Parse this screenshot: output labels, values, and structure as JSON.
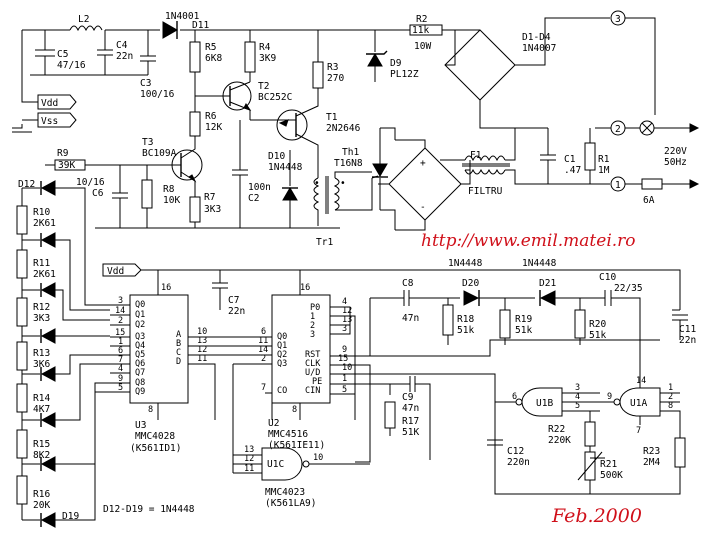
{
  "meta": {
    "url": "http://www.emil.matei.ro",
    "date": "Feb.2000"
  },
  "nets": {
    "vdd": "Vdd",
    "vss": "Vss"
  },
  "mains": {
    "voltage": "220V",
    "frequency": "50Hz"
  },
  "terminals": {
    "t1": "1",
    "t2": "2",
    "t3": "3"
  },
  "notes": {
    "diodes": "D12-D19 = 1N4448"
  },
  "components": {
    "L2": "L2",
    "D11": "D11",
    "D11_type": "1N4001",
    "R2": "R2",
    "R2_value": "11k",
    "R2_power": "10W",
    "C5": "C5",
    "C5_value": "47/16",
    "C4": "C4",
    "C4_value": "22n",
    "C3": "C3",
    "C3_value": "100/16",
    "R5": "R5",
    "R5_value": "6K8",
    "R4": "R4",
    "R4_value": "3K9",
    "T2": "T2",
    "T2_type": "BC252C",
    "R6": "R6",
    "R6_value": "12K",
    "R3": "R3",
    "R3_value": "270",
    "D9": "D9",
    "D9_value": "PL12Z",
    "T1": "T1",
    "T1_type": "2N2646",
    "D10": "D10",
    "D10_type": "1N4448",
    "C2": "C2",
    "C2_value": "100n",
    "Tr1": "Tr1",
    "Th1": "Th1",
    "Th1_type": "T16N8",
    "F1": "F1",
    "F1_name": "FILTRU",
    "C1": "C1",
    "C1_value": ".47",
    "R1": "R1",
    "R1_value": "1M",
    "D1_D4": "D1-D4",
    "D1_D4_type": "1N4007",
    "fuse_value": "6A",
    "T3": "T3",
    "T3_type": "BC109A",
    "R9": "R9",
    "R9_value": "39K",
    "C6": "C6",
    "C6_value": "10/16",
    "R8": "R8",
    "R8_value": "10K",
    "R7": "R7",
    "R7_value": "3K3",
    "D12": "D12",
    "D19": "D19",
    "R10": "R10",
    "R10_value": "2K61",
    "R11": "R11",
    "R11_value": "2K61",
    "R12": "R12",
    "R12_value": "3K3",
    "R13": "R13",
    "R13_value": "3K6",
    "R14": "R14",
    "R14_value": "4K7",
    "R15": "R15",
    "R15_value": "8K2",
    "R16": "R16",
    "R16_value": "20K",
    "C7": "C7",
    "C7_value": "22n",
    "C8": "C8",
    "C8_value": "47n",
    "D20": "D20",
    "D20_type": "1N4448",
    "R18": "R18",
    "R18_value": "51k",
    "R19": "R19",
    "R19_value": "51k",
    "D21": "D21",
    "D21_type": "1N4448",
    "R20": "R20",
    "R20_value": "51k",
    "C10": "C10",
    "C10_value": "22/35",
    "C11": "C11",
    "C11_value": "22n",
    "C9": "C9",
    "C9_value": "47n",
    "R17": "R17",
    "R17_value": "51K",
    "R22": "R22",
    "R22_value": "220K",
    "R21": "R21",
    "R21_value": "500K",
    "C12": "C12",
    "C12_value": "220n",
    "R23": "R23",
    "R23_value": "2M4"
  },
  "u3": {
    "label": "U3",
    "name": "MMC4028",
    "alt": "(K561ID1)",
    "q0": "Q0",
    "q1": "Q1",
    "q2": "Q2",
    "q3": "Q3",
    "q4": "Q4",
    "q5": "Q5",
    "q6": "Q6",
    "q7": "Q7",
    "q8": "Q8",
    "q9": "Q9",
    "a": "A",
    "b": "B",
    "c": "C",
    "d": "D",
    "p3": "3",
    "p14": "14",
    "p2": "2",
    "p15": "15",
    "p1": "1",
    "p6": "6",
    "p7": "7",
    "p4": "4",
    "p9": "9",
    "p5": "5",
    "p16": "16",
    "p8": "8",
    "p10": "10",
    "p13": "13",
    "p12": "12",
    "p11": "11"
  },
  "u2": {
    "label": "U2",
    "name": "MMC4516",
    "alt": "(K561IE11)",
    "p0": "P0",
    "p1": "1",
    "p2": "2",
    "p3": "3",
    "q0": "Q0",
    "q1": "Q1",
    "q2": "Q2",
    "q3": "Q3",
    "rst": "RST",
    "clk": "CLK",
    "ud": "U/D",
    "pe": "PE",
    "cin": "CIN",
    "co": "CO",
    "p6": "6",
    "p11": "11",
    "p14": "14",
    "p7": "7",
    "p16": "16",
    "p8": "8",
    "p4": "4",
    "p12": "12",
    "p13": "13",
    "p9": "9",
    "p15": "15",
    "p10": "10",
    "p5": "5"
  },
  "u1c": {
    "label": "U1C",
    "name": "MMC4023",
    "alt": "(K561LA9)",
    "p13": "13",
    "p12": "12",
    "p11": "11",
    "p10": "10"
  },
  "u1b": {
    "label": "U1B",
    "p6": "6",
    "p3": "3",
    "p4": "4",
    "p5": "5"
  },
  "u1a": {
    "label": "U1A",
    "p9": "9",
    "p14": "14",
    "p7": "7",
    "p1": "1",
    "p2": "2",
    "p8": "8"
  }
}
